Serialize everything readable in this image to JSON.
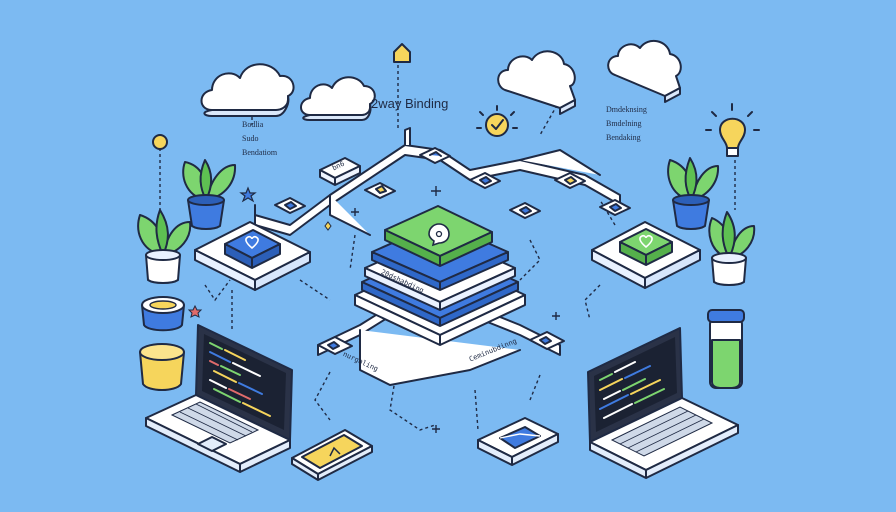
{
  "diagram": {
    "title": "2way Binding",
    "left_note": [
      "Bodlia",
      "Sudo",
      "Bendatiom"
    ],
    "right_note": [
      "Dmdeknsing",
      "Bmdelning",
      "Bendaking"
    ],
    "stack_label": "20dshabding",
    "top_chip_label": "bn6",
    "bottom_left_chip_label": "nurgaling",
    "bottom_right_chip_label": "Ceminubdinng"
  },
  "colors": {
    "background": "#7cbaf2",
    "outline": "#1f2a44",
    "tile": "#ffffff",
    "green": "#7dd56f",
    "blue": "#3f7be0",
    "yellow": "#f6d55c"
  },
  "icons": [
    "cloud-icon",
    "plant-icon",
    "laptop-icon",
    "lightbulb-icon",
    "sun-icon",
    "heart-icon",
    "phone-icon",
    "envelope-icon",
    "jar-icon",
    "cup-icon",
    "house-icon",
    "star-icon"
  ]
}
